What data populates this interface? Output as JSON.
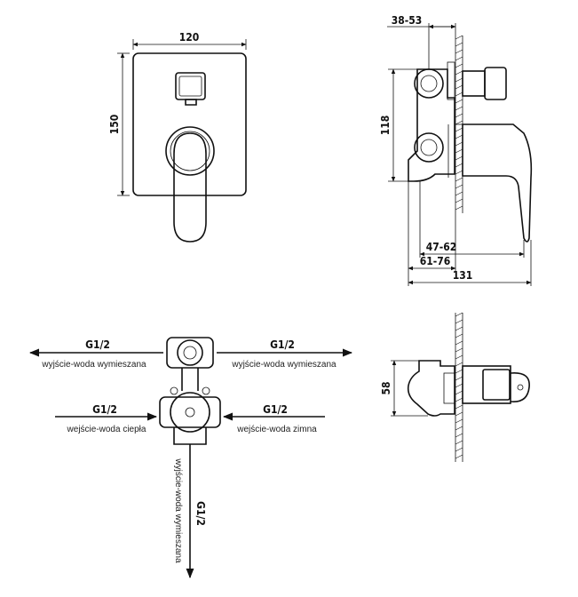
{
  "front_view": {
    "width_dim": "120",
    "height_dim": "150"
  },
  "side_view": {
    "top_dim": "38-53",
    "height_dim": "118",
    "dim_a": "47-62",
    "dim_b": "61-76",
    "total_dim": "131"
  },
  "bottom_side_view": {
    "height_dim": "58"
  },
  "connections": {
    "top_left": {
      "thread": "G1/2",
      "desc": "wyjście-woda wymieszana"
    },
    "top_right": {
      "thread": "G1/2",
      "desc": "wyjście-woda wymieszana"
    },
    "mid_left": {
      "thread": "G1/2",
      "desc": "wejście-woda ciepła"
    },
    "mid_right": {
      "thread": "G1/2",
      "desc": "wejście-woda zimna"
    },
    "bottom": {
      "thread": "G1/2",
      "desc": "wyjście-woda wymieszana"
    }
  }
}
